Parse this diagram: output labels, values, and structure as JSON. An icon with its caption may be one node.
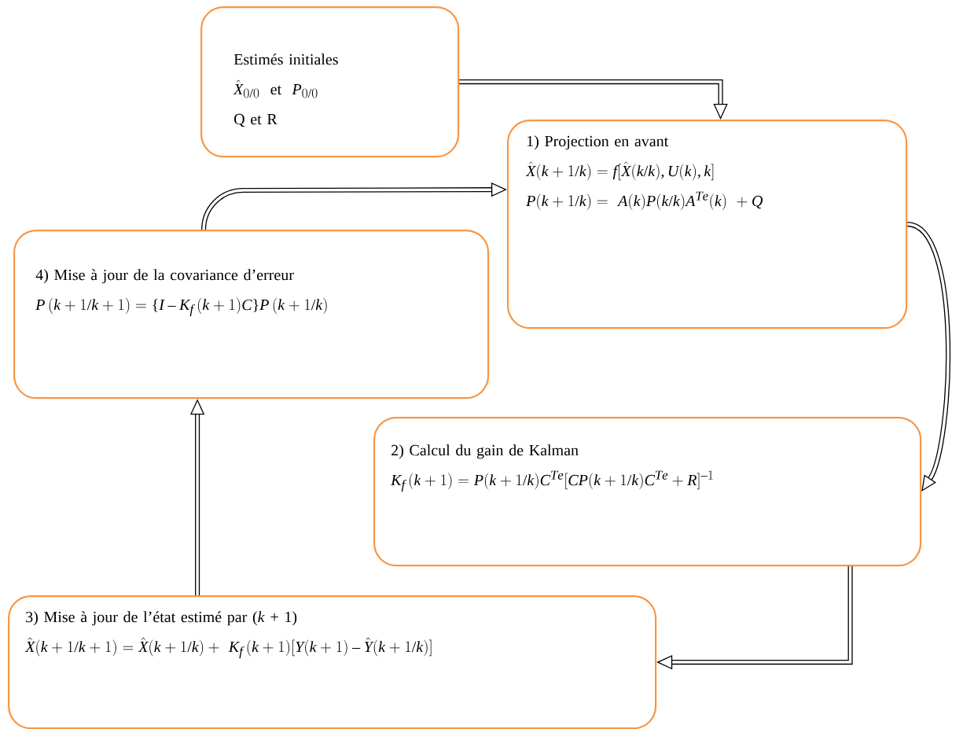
{
  "diagram": {
    "nodes": [
      {
        "text": [
          "Estimés initiales",
          "\\hat{X}_{0/0}\\ \\ \\mathrm{et}\\ \\ P_{0/0}",
          "Q et R"
        ]
      },
      {
        "text": [
          "1) Projection en avant",
          "\\hat{X}(k+1/k) = f[\\hat{X}(k/k), U(k), k]",
          "P(k+1/k)=\\ A(k)P(k/k)A^{Te}(k)\\ +Q"
        ]
      },
      {
        "text": [
          "4) Mise à jour de la covariance d’erreur",
          "P\\,(k+1/k+1)=\\{I-K_f\\,(k+1)C\\}P\\,(k+1/k)"
        ]
      },
      {
        "text": [
          "2) Calcul du gain de Kalman",
          "K_f\\,(k+1) = P(k+1/k)C^{Te}[CP(k+1/k)C^{Te}+R]^{-1}"
        ]
      },
      {
        "text": [
          "3) Mise à jour de l’état estimé par (*k* + 1)",
          "\\hat{X}(k+1/k+1)=\\hat{X}(k+1/k)+\\ K_f\\,(k+1)[Y(k+1)-\\hat{Y}(k+1/k)]"
        ]
      }
    ],
    "edges": [
      {
        "from": 0,
        "to": 1,
        "arrow": "to"
      },
      {
        "from": 1,
        "to": 3,
        "arrow": "to"
      },
      {
        "from": 3,
        "to": 4,
        "arrow": "to"
      },
      {
        "from": 4,
        "to": 2,
        "arrow": "to"
      },
      {
        "from": 2,
        "to": 1,
        "arrow": "to"
      }
    ]
  }
}
